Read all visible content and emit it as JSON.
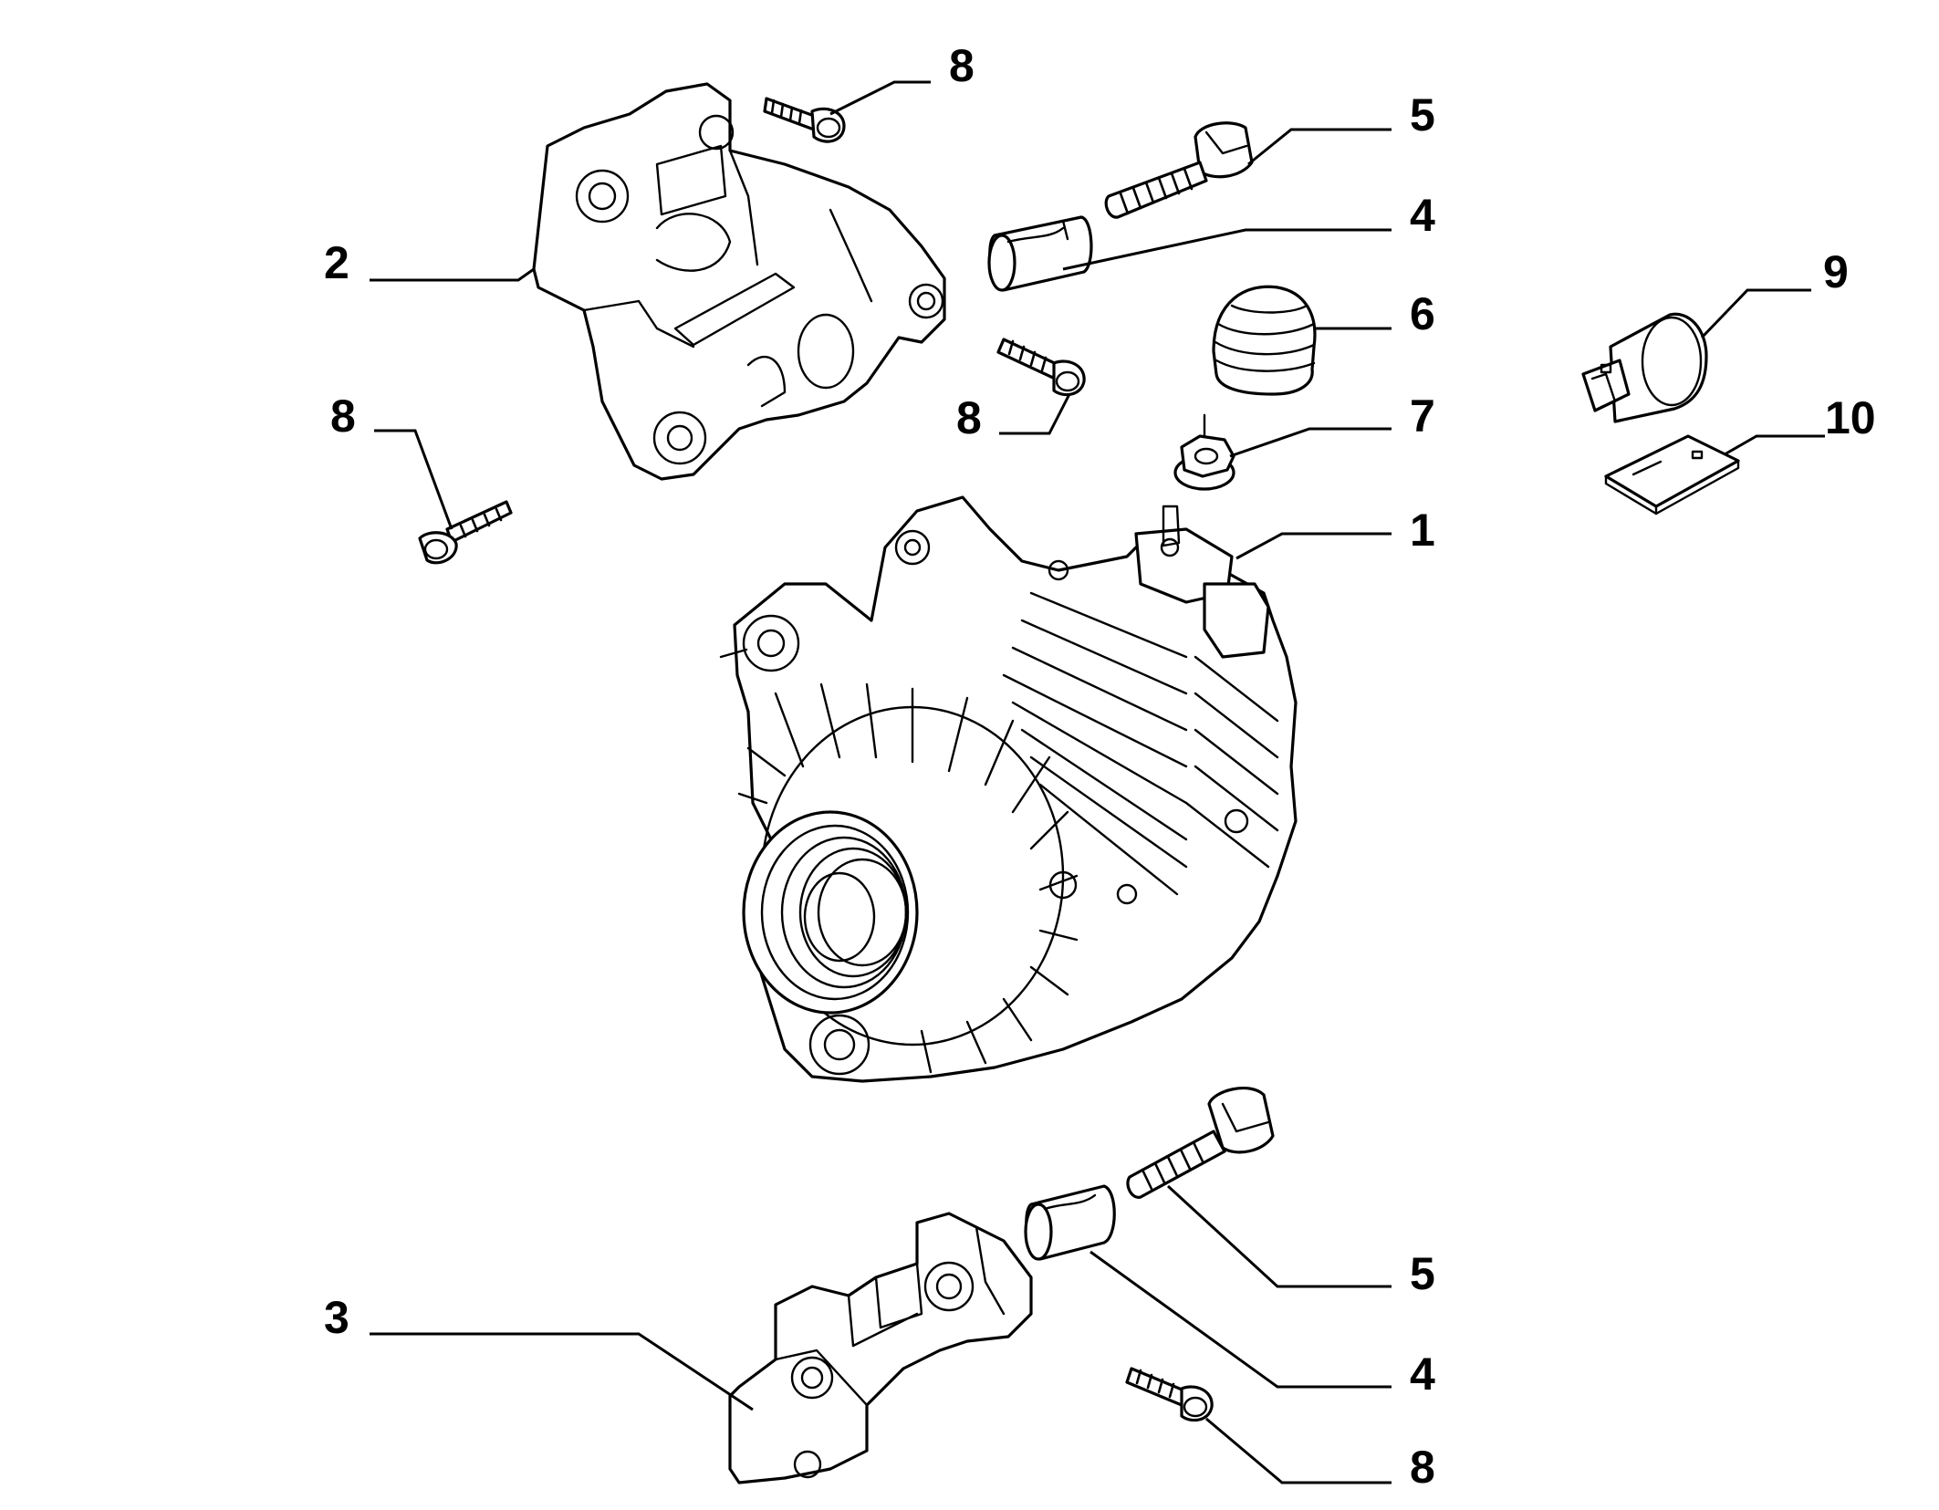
{
  "callouts": {
    "c1": "1",
    "c2": "2",
    "c3": "3",
    "c4_top": "4",
    "c4_bottom": "4",
    "c5_top": "5",
    "c5_bottom": "5",
    "c6": "6",
    "c7": "7",
    "c8_top": "8",
    "c8_left": "8",
    "c8_mid": "8",
    "c8_bottom": "8",
    "c9": "9",
    "c10": "10"
  },
  "parts": [
    "alternator",
    "upper-bracket",
    "lower-bracket",
    "bushing",
    "bolt",
    "rubber-boot",
    "flange-nut",
    "screw",
    "connector",
    "connector-cover"
  ]
}
